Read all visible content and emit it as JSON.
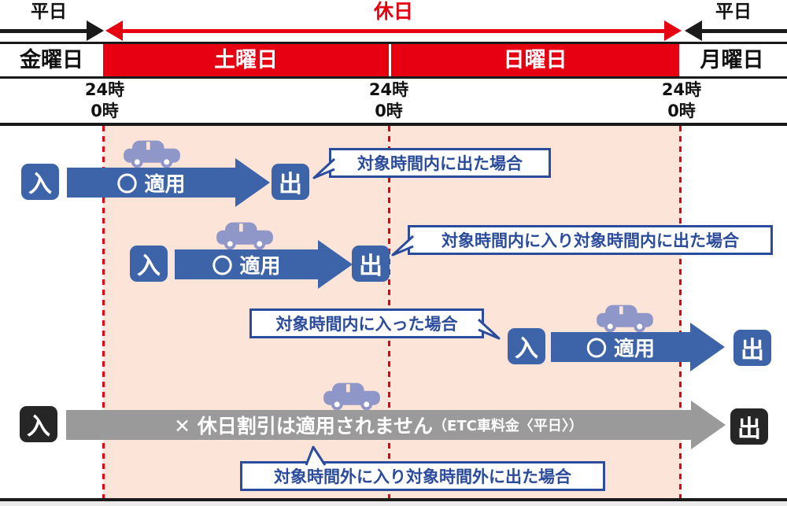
{
  "colors": {
    "red": "#e60012",
    "pink_background": "#fce4d9",
    "arrow_blue": "#3d63a8",
    "note_navy": "#2b4b9c",
    "gray_arrow": "#9a9a9a",
    "black_box": "#262626",
    "car_icon": "#8f97c9"
  },
  "header": {
    "left_weekday": "平日",
    "holiday": "休日",
    "right_weekday": "平日"
  },
  "day_row": {
    "friday": "金曜日",
    "saturday": "土曜日",
    "sunday": "日曜日",
    "monday": "月曜日"
  },
  "time_markers": [
    {
      "top": "24時",
      "bottom": "0時"
    },
    {
      "top": "24時",
      "bottom": "0時"
    },
    {
      "top": "24時",
      "bottom": "0時"
    }
  ],
  "scenarios": [
    {
      "entry": "入",
      "exit": "出",
      "arrow_label": "〇 適用",
      "note": "対象時間内に出た場合"
    },
    {
      "entry": "入",
      "exit": "出",
      "arrow_label": "〇 適用",
      "note": "対象時間内に入り対象時間内に出た場合"
    },
    {
      "entry": "入",
      "exit": "出",
      "arrow_label": "〇 適用",
      "note": "対象時間内に入った場合"
    },
    {
      "entry": "入",
      "exit": "出",
      "arrow_label": "✕ 休日割引は適用されません",
      "arrow_label_sub": "（ETC車料金〈平日〉）",
      "note": "対象時間外に入り対象時間外に出た場合"
    }
  ]
}
